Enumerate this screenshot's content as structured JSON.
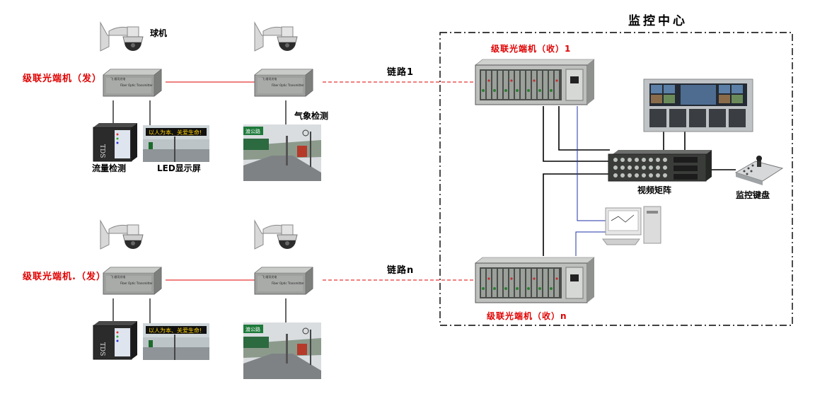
{
  "center": {
    "title": "监控中心"
  },
  "colors": {
    "link_red": "#e00000",
    "wire_black": "#000000",
    "wire_blue": "#2233aa"
  },
  "labels": {
    "dome_camera": "球机",
    "transmitter_top": "级联光端机（发）",
    "transmitter_bottom": "级联光端机.（发）",
    "traffic_detector": "流量检测",
    "led_screen": "LED显示屏",
    "weather": "气象检测",
    "link_1": "链路1",
    "link_n": "链路n",
    "receiver_top": "级联光端机（收）1",
    "receiver_bottom": "级联光端机（收）n",
    "matrix": "视频矩阵",
    "keyboard": "监控键盘"
  },
  "device_text": {
    "transmitter_brand": "Fiber Optic Transmitter",
    "led_banner": "以人为本、关爱生命!",
    "road_sign": "渡公路",
    "detector_brand": "TDS"
  },
  "icons": [
    "dome-camera-icon",
    "fiber-transmitter-icon",
    "traffic-detector-icon",
    "led-screen-icon",
    "weather-station-photo-icon",
    "rack-receiver-icon",
    "video-wall-icon",
    "video-matrix-icon",
    "keyboard-controller-icon",
    "pc-workstation-icon"
  ]
}
